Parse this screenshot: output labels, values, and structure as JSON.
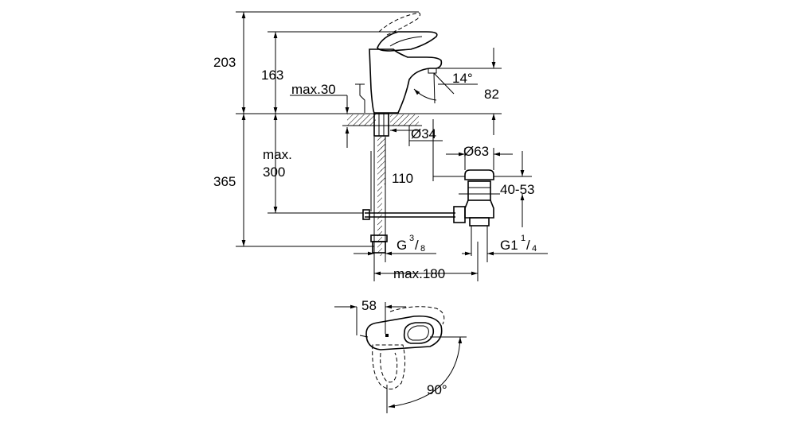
{
  "dimensions": {
    "total_height": "203",
    "spout_height": "163",
    "pop_up_rod": "max.30",
    "spout_angle": "14°",
    "spout_reach": "82",
    "hole_diameter": "Ø34",
    "below_deck": "365",
    "max_label": "max.",
    "max_value": "300",
    "waste_diameter": "Ø63",
    "rod_offset": "110",
    "waste_height": "40-53",
    "connection_left_prefix": "G",
    "connection_left_num": "3",
    "connection_left_den": "8",
    "connection_right_prefix": "G1",
    "connection_right_num": "1",
    "connection_right_den": "4",
    "max_180": "max.180",
    "handle_width": "58",
    "rotation_angle": "90°"
  }
}
